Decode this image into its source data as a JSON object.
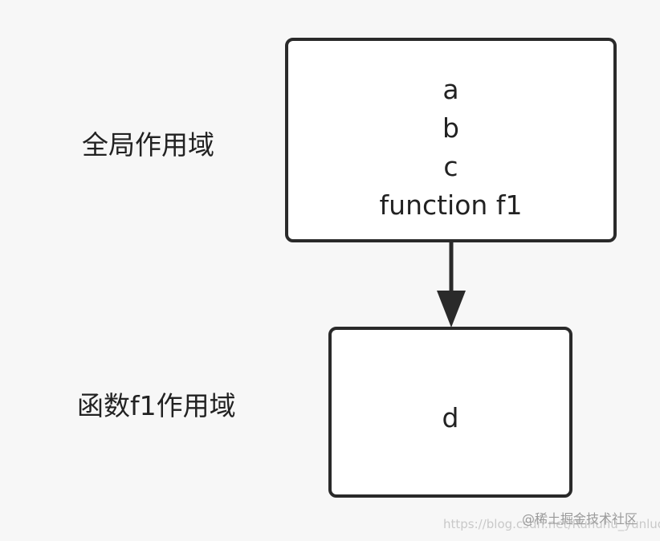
{
  "scopes": {
    "global": {
      "label": "全局作用域",
      "variables": [
        "a",
        "b",
        "c",
        "function f1"
      ]
    },
    "function_f1": {
      "label": "函数f1作用域",
      "variables": [
        "d"
      ]
    }
  },
  "watermark": {
    "url": "https://blog.csdn.net/Ruhuhu_yunluohan",
    "brand": "@稀土掘金技术社区"
  }
}
